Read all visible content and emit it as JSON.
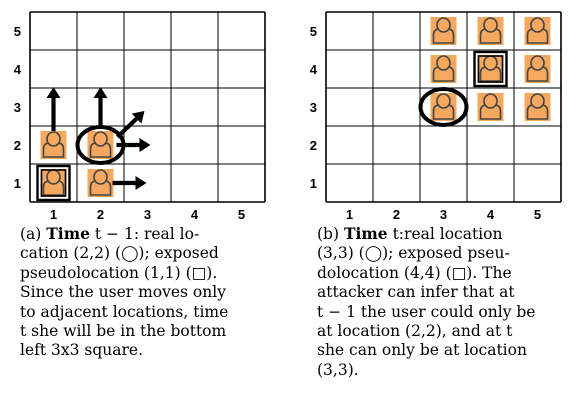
{
  "panels": [
    {
      "id": "a",
      "row_labels": [
        "5",
        "4",
        "3",
        "2",
        "1"
      ],
      "col_labels": [
        "1",
        "2",
        "3",
        "4",
        "5"
      ],
      "persons": [
        [
          1,
          2
        ],
        [
          2,
          2
        ],
        [
          1,
          1
        ],
        [
          2,
          1
        ]
      ],
      "real_location": [
        2,
        2
      ],
      "pseudolocation": [
        1,
        1
      ],
      "arrows": [
        "up from (1,2)",
        "up from (2,2)",
        "up-right from (2,2)",
        "right from (2,2)",
        "right from (2,1)"
      ],
      "caption": {
        "label": "(a) ",
        "bold": "Time",
        "lines": [
          "t − 1: real lo-",
          "cation (2,2) (◯); exposed",
          "pseudolocation (1,1) (□).",
          "Since the user moves only",
          "to adjacent locations, time",
          "t she will be in the bottom",
          "left 3x3 square."
        ]
      }
    },
    {
      "id": "b",
      "row_labels": [
        "5",
        "4",
        "3",
        "2",
        "1"
      ],
      "col_labels": [
        "1",
        "2",
        "3",
        "4",
        "5"
      ],
      "persons": [
        [
          3,
          5
        ],
        [
          4,
          5
        ],
        [
          5,
          5
        ],
        [
          3,
          4
        ],
        [
          4,
          4
        ],
        [
          5,
          4
        ],
        [
          3,
          3
        ],
        [
          4,
          3
        ],
        [
          5,
          3
        ]
      ],
      "real_location": [
        3,
        3
      ],
      "pseudolocation": [
        4,
        4
      ],
      "caption": {
        "label": "(b) ",
        "bold": "Time",
        "lines": [
          "t:real location",
          "(3,3) (◯); exposed pseu-",
          "dolocation (4,4) (□). The",
          "attacker can infer that at",
          "t − 1 the user could only be",
          "at location (2,2), and at t",
          "she can only be at location",
          "(3,3)."
        ]
      }
    }
  ],
  "colors": {
    "person_fill": "#f6a85e",
    "person_stroke": "#444444",
    "grid": "#000000"
  }
}
